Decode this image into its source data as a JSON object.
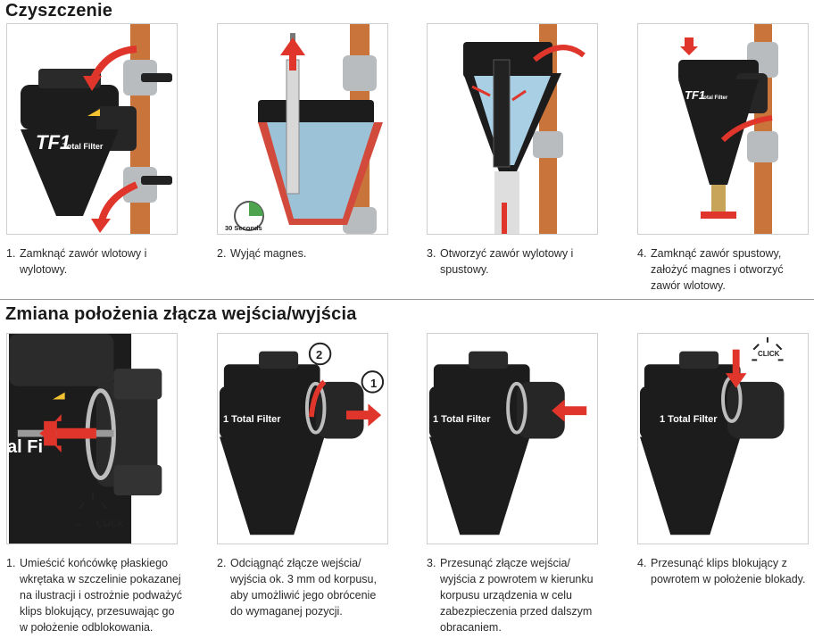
{
  "section1": {
    "title": "Czyszczenie",
    "steps": [
      {
        "num": "1.",
        "text": "Zamknąć zawór wlotowy i\nwylotowy."
      },
      {
        "num": "2.",
        "text": "Wyjąć magnes."
      },
      {
        "num": "3.",
        "text": "Otworzyć zawór wylotowy i\nspustowy."
      },
      {
        "num": "4.",
        "text": "Zamknąć zawór spustowy,\nzałożyć magnes i otworzyć\nzawór wlotowy."
      }
    ],
    "image_labels": {
      "tf1_brand": "TF1",
      "total_filter": "Total Filter",
      "timer": "30 Seconds"
    }
  },
  "section2": {
    "title": "Zmiana położenia złącza wejścia/wyjścia",
    "steps": [
      {
        "num": "1.",
        "text": "Umieścić końcówkę płaskiego\nwkrętaka w szczelinie pokazanej\nna ilustracji i ostrożnie podważyć\nklips blokujący, przesuwając go\nw położenie odblokowania."
      },
      {
        "num": "2.",
        "text": "Odciągnąć złącze wejścia/\nwyjścia ok. 3 mm od korpusu,\naby umożliwić jego obrócenie\ndo wymaganej pozycji."
      },
      {
        "num": "3.",
        "text": "Przesunąć złącze wejścia/\nwyjścia z powrotem w kierunku\nkorpusu urządzenia w celu\nzabezpieczenia przed dalszym\nobracaniem."
      },
      {
        "num": "4.",
        "text": "Przesunąć klips blokujący z\npowrotem w położenie blokady."
      }
    ],
    "image_labels": {
      "click": "CLICK",
      "partial_brand": "al Fi",
      "total_filter_partial": "1 Total Filter",
      "marker_1": "1",
      "marker_2": "2"
    }
  },
  "colors": {
    "accent_red": "#e0352b",
    "body_black": "#1c1c1c",
    "copper": "#c9743a",
    "brass": "#c8a35a",
    "chrome": "#b9bcbf"
  }
}
